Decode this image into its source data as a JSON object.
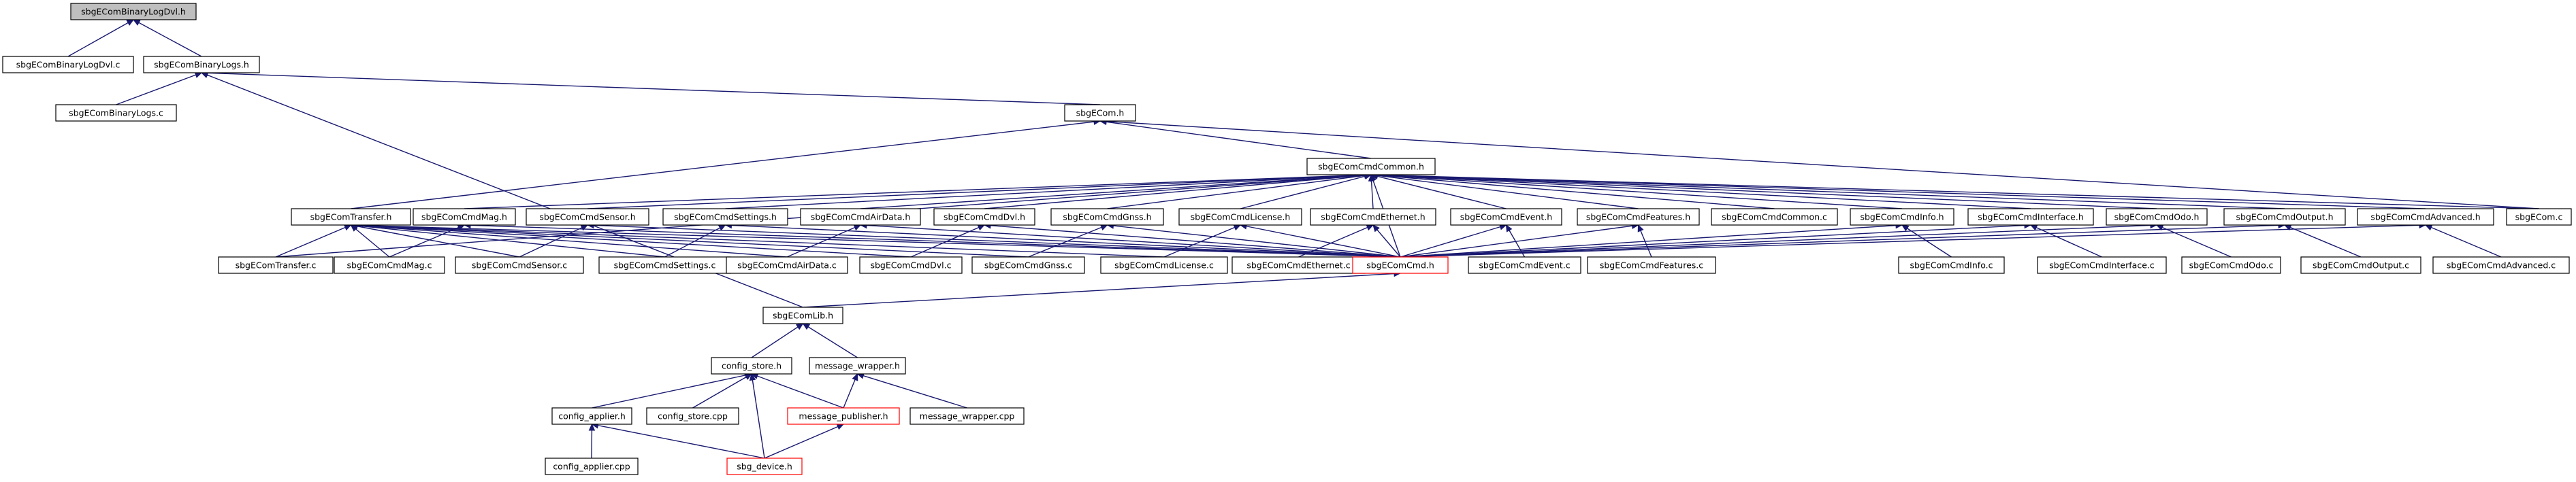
{
  "graph": {
    "title": "sbgEComBinaryLogDvl.h",
    "colors": {
      "edge": "#191970",
      "node_border": "#000000",
      "root_fill": "#bfbfbf",
      "truncated_border": "#ff0000"
    },
    "nodes": [
      {
        "id": "root",
        "label": "sbgEComBinaryLogDvl.h",
        "style": "root"
      },
      {
        "id": "bldvlc",
        "label": "sbgEComBinaryLogDvl.c"
      },
      {
        "id": "blh",
        "label": "sbgEComBinaryLogs.h"
      },
      {
        "id": "blc",
        "label": "sbgEComBinaryLogs.c"
      },
      {
        "id": "ecomh",
        "label": "sbgECom.h"
      },
      {
        "id": "cmdcommonh",
        "label": "sbgEComCmdCommon.h"
      },
      {
        "id": "transferh",
        "label": "sbgEComTransfer.h"
      },
      {
        "id": "magh",
        "label": "sbgEComCmdMag.h"
      },
      {
        "id": "sensorh",
        "label": "sbgEComCmdSensor.h"
      },
      {
        "id": "settingsh",
        "label": "sbgEComCmdSettings.h"
      },
      {
        "id": "airdatah",
        "label": "sbgEComCmdAirData.h"
      },
      {
        "id": "dvlh",
        "label": "sbgEComCmdDvl.h"
      },
      {
        "id": "gnssh",
        "label": "sbgEComCmdGnss.h"
      },
      {
        "id": "licenseh",
        "label": "sbgEComCmdLicense.h"
      },
      {
        "id": "ethernetc_h",
        "label": "sbgEComCmdEthernet.h"
      },
      {
        "id": "eventh",
        "label": "sbgEComCmdEvent.h"
      },
      {
        "id": "featuresh",
        "label": "sbgEComCmdFeatures.h"
      },
      {
        "id": "cmdcommonc",
        "label": "sbgEComCmdCommon.c"
      },
      {
        "id": "infoh",
        "label": "sbgEComCmdInfo.h"
      },
      {
        "id": "interfaceh",
        "label": "sbgEComCmdInterface.h"
      },
      {
        "id": "odoh",
        "label": "sbgEComCmdOdo.h"
      },
      {
        "id": "outputh",
        "label": "sbgEComCmdOutput.h"
      },
      {
        "id": "advancedh",
        "label": "sbgEComCmdAdvanced.h"
      },
      {
        "id": "ecomc",
        "label": "sbgECom.c"
      },
      {
        "id": "transferc",
        "label": "sbgEComTransfer.c"
      },
      {
        "id": "magc",
        "label": "sbgEComCmdMag.c"
      },
      {
        "id": "sensorc",
        "label": "sbgEComCmdSensor.c"
      },
      {
        "id": "settingsc",
        "label": "sbgEComCmdSettings.c"
      },
      {
        "id": "airdatac",
        "label": "sbgEComCmdAirData.c"
      },
      {
        "id": "dvlc",
        "label": "sbgEComCmdDvl.c"
      },
      {
        "id": "gnssc",
        "label": "sbgEComCmdGnss.c"
      },
      {
        "id": "licensec",
        "label": "sbgEComCmdLicense.c"
      },
      {
        "id": "ethernetc",
        "label": "sbgEComCmdEthernet.c"
      },
      {
        "id": "cmdh",
        "label": "sbgEComCmd.h",
        "style": "red"
      },
      {
        "id": "eventc",
        "label": "sbgEComCmdEvent.c"
      },
      {
        "id": "featuresc",
        "label": "sbgEComCmdFeatures.c"
      },
      {
        "id": "infoc",
        "label": "sbgEComCmdInfo.c"
      },
      {
        "id": "interfacec",
        "label": "sbgEComCmdInterface.c"
      },
      {
        "id": "odoc",
        "label": "sbgEComCmdOdo.c"
      },
      {
        "id": "outputc",
        "label": "sbgEComCmdOutput.c"
      },
      {
        "id": "advancedc",
        "label": "sbgEComCmdAdvanced.c"
      },
      {
        "id": "libh",
        "label": "sbgEComLib.h"
      },
      {
        "id": "cfgstoreh",
        "label": "config_store.h"
      },
      {
        "id": "msgwraph",
        "label": "message_wrapper.h"
      },
      {
        "id": "cfgapplierh",
        "label": "config_applier.h"
      },
      {
        "id": "cfgstorecpp",
        "label": "config_store.cpp"
      },
      {
        "id": "msgpubh",
        "label": "message_publisher.h",
        "style": "red"
      },
      {
        "id": "msgwrapcpp",
        "label": "message_wrapper.cpp"
      },
      {
        "id": "cfgappliercpp",
        "label": "config_applier.cpp"
      },
      {
        "id": "sbgdeviceh",
        "label": "sbg_device.h",
        "style": "red"
      }
    ],
    "edges": [
      [
        "bldvlc",
        "root"
      ],
      [
        "blh",
        "root"
      ],
      [
        "blc",
        "blh"
      ],
      [
        "ecomh",
        "blh"
      ],
      [
        "libh",
        "blh"
      ],
      [
        "cmdcommonh",
        "ecomh"
      ],
      [
        "transferh",
        "ecomh"
      ],
      [
        "ecomc",
        "ecomh"
      ],
      [
        "transferc",
        "cmdcommonh"
      ],
      [
        "magh",
        "cmdcommonh"
      ],
      [
        "sensorh",
        "cmdcommonh"
      ],
      [
        "settingsh",
        "cmdcommonh"
      ],
      [
        "airdatah",
        "cmdcommonh"
      ],
      [
        "dvlh",
        "cmdcommonh"
      ],
      [
        "gnssh",
        "cmdcommonh"
      ],
      [
        "licenseh",
        "cmdcommonh"
      ],
      [
        "ethernetc_h",
        "cmdcommonh"
      ],
      [
        "eventh",
        "cmdcommonh"
      ],
      [
        "featuresh",
        "cmdcommonh"
      ],
      [
        "cmdcommonc",
        "cmdcommonh"
      ],
      [
        "infoh",
        "cmdcommonh"
      ],
      [
        "interfaceh",
        "cmdcommonh"
      ],
      [
        "odoh",
        "cmdcommonh"
      ],
      [
        "outputh",
        "cmdcommonh"
      ],
      [
        "advancedh",
        "cmdcommonh"
      ],
      [
        "ecomc",
        "cmdcommonh"
      ],
      [
        "cmdh",
        "cmdcommonh"
      ],
      [
        "transferc",
        "transferh"
      ],
      [
        "magc",
        "transferh"
      ],
      [
        "sensorc",
        "transferh"
      ],
      [
        "settingsc",
        "transferh"
      ],
      [
        "airdatac",
        "transferh"
      ],
      [
        "dvlc",
        "transferh"
      ],
      [
        "gnssc",
        "transferh"
      ],
      [
        "licensec",
        "transferh"
      ],
      [
        "cmdh",
        "transferh"
      ],
      [
        "magc",
        "magh"
      ],
      [
        "cmdh",
        "magh"
      ],
      [
        "sensorc",
        "sensorh"
      ],
      [
        "cmdh",
        "sensorh"
      ],
      [
        "settingsc",
        "settingsh"
      ],
      [
        "cmdh",
        "settingsh"
      ],
      [
        "airdatac",
        "airdatah"
      ],
      [
        "cmdh",
        "airdatah"
      ],
      [
        "dvlc",
        "dvlh"
      ],
      [
        "cmdh",
        "dvlh"
      ],
      [
        "gnssc",
        "gnssh"
      ],
      [
        "cmdh",
        "gnssh"
      ],
      [
        "licensec",
        "licenseh"
      ],
      [
        "cmdh",
        "licenseh"
      ],
      [
        "ethernetc",
        "ethernetc_h"
      ],
      [
        "cmdh",
        "ethernetc_h"
      ],
      [
        "eventc",
        "eventh"
      ],
      [
        "cmdh",
        "eventh"
      ],
      [
        "featuresc",
        "featuresh"
      ],
      [
        "cmdh",
        "featuresh"
      ],
      [
        "infoc",
        "infoh"
      ],
      [
        "cmdh",
        "infoh"
      ],
      [
        "interfacec",
        "interfaceh"
      ],
      [
        "cmdh",
        "interfaceh"
      ],
      [
        "odoc",
        "odoh"
      ],
      [
        "cmdh",
        "odoh"
      ],
      [
        "outputc",
        "outputh"
      ],
      [
        "cmdh",
        "outputh"
      ],
      [
        "advancedc",
        "advancedh"
      ],
      [
        "cmdh",
        "advancedh"
      ],
      [
        "libh",
        "cmdh"
      ],
      [
        "cfgstoreh",
        "libh"
      ],
      [
        "msgwraph",
        "libh"
      ],
      [
        "cfgapplierh",
        "cfgstoreh"
      ],
      [
        "cfgstorecpp",
        "cfgstoreh"
      ],
      [
        "msgpubh",
        "cfgstoreh"
      ],
      [
        "sbgdeviceh",
        "cfgstoreh"
      ],
      [
        "msgpubh",
        "msgwraph"
      ],
      [
        "msgwrapcpp",
        "msgwraph"
      ],
      [
        "cfgappliercpp",
        "cfgapplierh"
      ],
      [
        "sbgdeviceh",
        "cfgapplierh"
      ],
      [
        "sbgdeviceh",
        "msgpubh"
      ]
    ]
  }
}
